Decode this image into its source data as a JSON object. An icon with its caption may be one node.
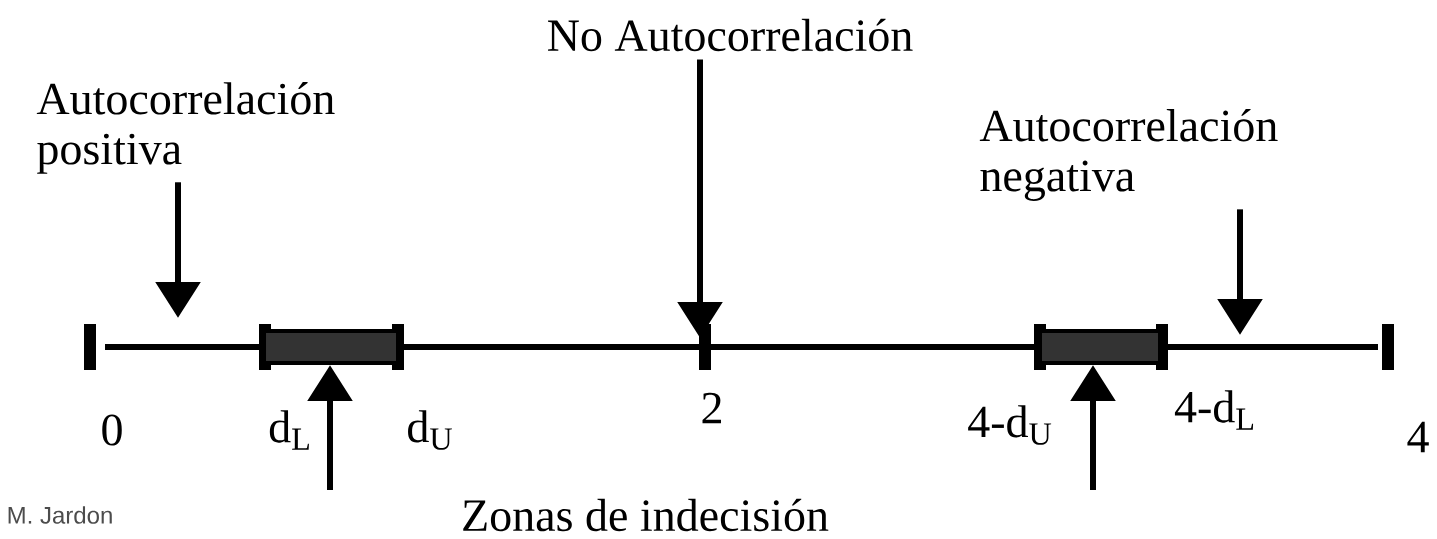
{
  "diagram": {
    "nodes": [
      {
        "text": [
          "Autocorrelación positiva"
        ]
      },
      {
        "text": [
          "No Autocorrelación"
        ]
      },
      {
        "text": [
          "Autocorrelación negativa"
        ]
      },
      {
        "text": [
          "Zonas de indecisión"
        ]
      },
      {
        "text": [],
        "shape": "box"
      },
      {
        "text": [],
        "shape": "box"
      }
    ],
    "edges": [
      {
        "from": 0,
        "to": null,
        "arrow": "to"
      },
      {
        "from": 1,
        "to": null,
        "arrow": "to"
      },
      {
        "from": 2,
        "to": null,
        "arrow": "to"
      },
      {
        "from": null,
        "to": 4,
        "arrow": "to"
      },
      {
        "from": null,
        "to": 5,
        "arrow": "to"
      }
    ],
    "labels": [
      "0",
      "d$_{L}$",
      "d$_{U}$",
      "2",
      "4-d$_{U}$",
      "4-d$_{L}$",
      "4",
      "M. Jardon"
    ]
  }
}
